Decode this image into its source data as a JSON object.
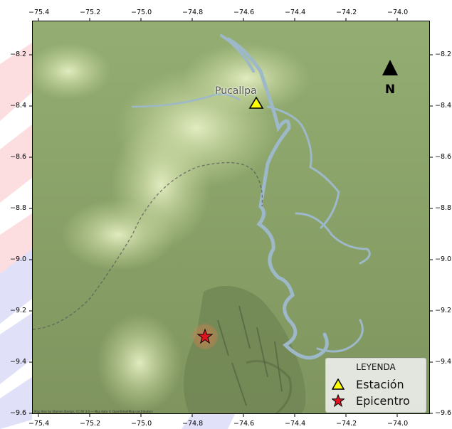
{
  "map": {
    "x_ticks": [
      "−75.4",
      "−75.2",
      "−75.0",
      "−74.8",
      "−74.6",
      "−74.4",
      "−74.2",
      "−74.0"
    ],
    "y_ticks": [
      "−8.2",
      "−8.4",
      "−8.6",
      "−8.8",
      "−9.0",
      "−9.2",
      "−9.4",
      "−9.6"
    ],
    "city_label": "Pucallpa",
    "north_label": "N",
    "attribution": "Map tiles by Stamen Design, CC BY 3.0 — Map data © OpenStreetMap contributors",
    "colors": {
      "land": "#8fa76b",
      "river": "#9db8c9",
      "urban": "#dfe9b8",
      "station": "#ffff00",
      "epicenter": "#e0141e"
    }
  },
  "legend": {
    "title": "LEYENDA",
    "items": [
      {
        "label": "Estación",
        "symbol": "triangle-icon"
      },
      {
        "label": "Epicentro",
        "symbol": "star-icon"
      }
    ]
  },
  "markers": {
    "station": {
      "lon": -74.55,
      "lat": -8.39
    },
    "epicenter": {
      "lon": -74.75,
      "lat": -9.3
    }
  }
}
